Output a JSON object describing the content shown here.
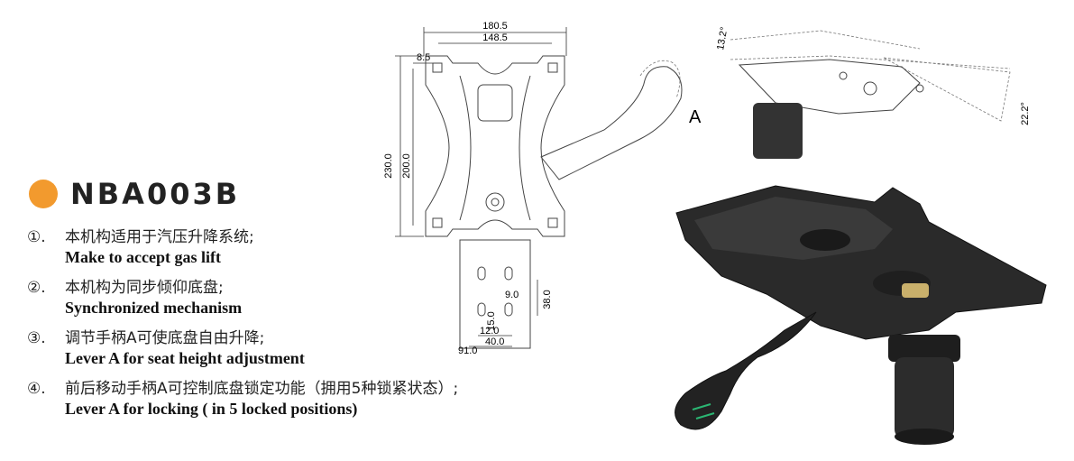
{
  "product": {
    "model": "NBA003B",
    "accent_color": "#f29a2e"
  },
  "features": [
    {
      "num": "①.",
      "zh": "本机构适用于汽压升降系统;",
      "en": "Make to accept gas lift"
    },
    {
      "num": "②.",
      "zh": "本机构为同步倾仰底盘;",
      "en": "Synchronized mechanism"
    },
    {
      "num": "③.",
      "zh": "调节手柄A可使底盘自由升降;",
      "en": "Lever A for seat height adjustment"
    },
    {
      "num": "④.",
      "zh": "前后移动手柄A可控制底盘锁定功能（拥用5种锁紧状态）;",
      "en": "Lever A for locking ( in 5 locked positions)"
    }
  ],
  "drawing": {
    "dim_width_outer": "180.5",
    "dim_width_inner": "148.5",
    "dim_offset": "8.5",
    "dim_height_outer": "230.0",
    "dim_height_inner": "200.0",
    "dim_slot_h": "9.0",
    "dim_slot_v": "38.0",
    "dim_15": "15.0",
    "dim_12": "12.0",
    "dim_40": "40.0",
    "dim_91": "91.0",
    "lever_label": "A"
  },
  "side_view": {
    "angle_front": "13.2°",
    "angle_back": "22.2°"
  }
}
